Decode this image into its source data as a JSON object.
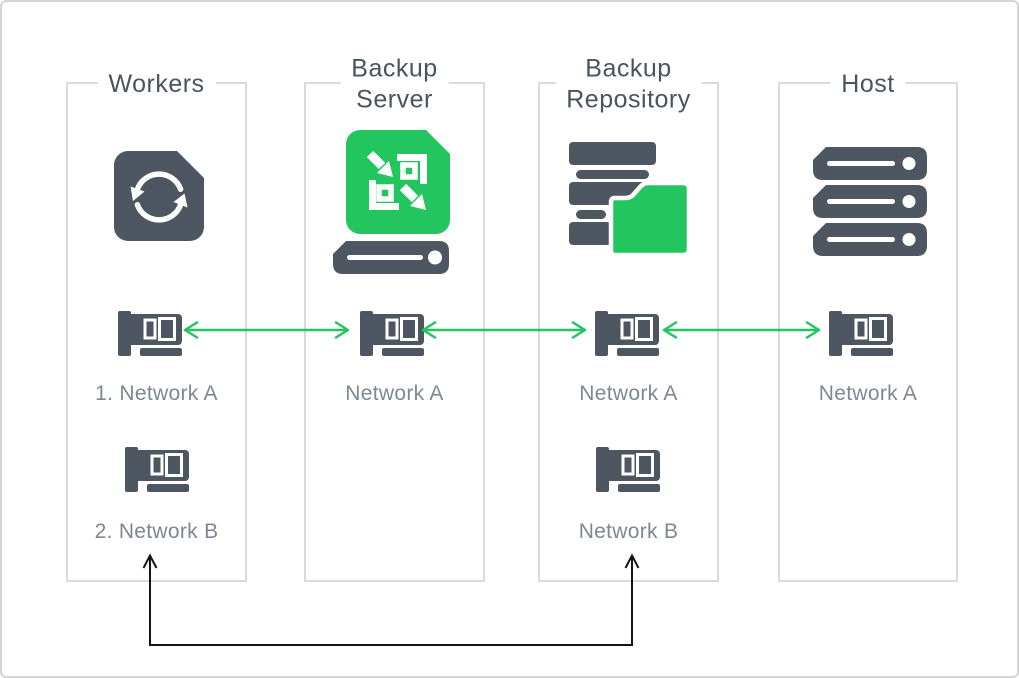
{
  "theme": {
    "green": "#22c55e",
    "slate": "#4d5661",
    "title_color": "#49545e",
    "label_gray": "#7e8893",
    "border_gray": "#dadada",
    "frame_border": "#d5d5d5",
    "arrow_black": "#141414",
    "background": "#ffffff"
  },
  "diagram": {
    "columns": [
      {
        "title": "Workers",
        "icon": "worker-sync-icon",
        "nics": [
          {
            "icon": "network-adapter-icon",
            "label": "1. Network A"
          },
          {
            "icon": "network-adapter-icon",
            "label": "2. Network B"
          }
        ]
      },
      {
        "title": "Backup\nServer",
        "icon": "backup-server-icon",
        "nics": [
          {
            "icon": "network-adapter-icon",
            "label": "Network A"
          }
        ]
      },
      {
        "title": "Backup\nRepository",
        "icon": "backup-repository-icon",
        "nics": [
          {
            "icon": "network-adapter-icon",
            "label": "Network A"
          },
          {
            "icon": "network-adapter-icon",
            "label": "Network B"
          }
        ]
      },
      {
        "title": "Host",
        "icon": "host-servers-icon",
        "nics": [
          {
            "icon": "network-adapter-icon",
            "label": "Network A"
          }
        ]
      }
    ],
    "connections": [
      {
        "type": "bidirectional-arrow",
        "color": "green",
        "from": "Workers / 1. Network A",
        "to": "Backup Server / Network A"
      },
      {
        "type": "bidirectional-arrow",
        "color": "green",
        "from": "Backup Server / Network A",
        "to": "Backup Repository / Network A"
      },
      {
        "type": "bidirectional-arrow",
        "color": "green",
        "from": "Backup Repository / Network A",
        "to": "Host / Network A"
      },
      {
        "type": "bidirectional-arrow",
        "color": "black",
        "from": "Workers / 2. Network B",
        "to": "Backup Repository / Network B"
      }
    ]
  }
}
